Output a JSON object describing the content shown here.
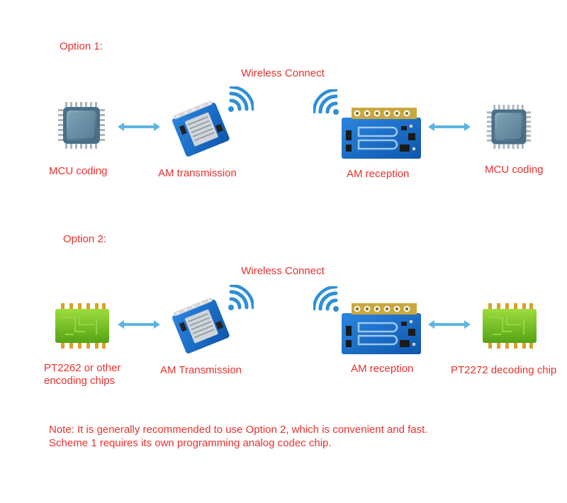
{
  "colors": {
    "text_red": "#e8312f",
    "arrow_blue": "#5bb5e2",
    "wifi_blue": "#2e8fd6",
    "pcb_blue": "#1769c7",
    "chip_green": "#6bbf1f",
    "mcu_gray": "#5f7f94"
  },
  "option1": {
    "title": "Option 1:",
    "wireless": "Wireless Connect",
    "labels": {
      "mcu_left": "MCU coding",
      "transmitter": "AM transmission",
      "receiver": "AM reception",
      "mcu_right": "MCU coding"
    }
  },
  "option2": {
    "title": "Option 2:",
    "wireless": "Wireless Connect",
    "labels": {
      "encoder_line1": "PT2262 or other",
      "encoder_line2": "encoding chips",
      "transmitter": "AM Transmission",
      "receiver": "AM reception",
      "decoder": "PT2272 decoding chip"
    }
  },
  "note": {
    "line1": "Note: It is generally recommended to use Option 2, which is convenient and fast.",
    "line2": "Scheme 1 requires its own programming analog codec chip."
  },
  "icons": [
    "mcu-chip-icon",
    "double-arrow-icon",
    "am-transmitter-module-icon",
    "wifi-signal-icon",
    "am-receiver-module-icon",
    "dip-chip-icon"
  ]
}
